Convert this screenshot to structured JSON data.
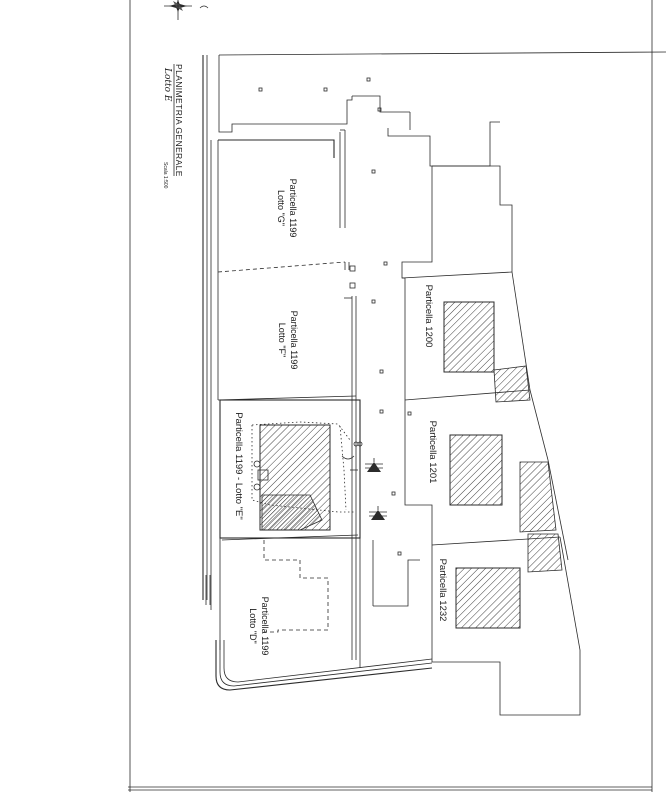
{
  "title": {
    "main": "PLANIMETRIA GENERALE",
    "sub": "Lotto E",
    "scale": "Scala 1:500"
  },
  "parcels": [
    {
      "key": "g",
      "name": "Particella 1199",
      "lot": "Lotto \"G\""
    },
    {
      "key": "f",
      "name": "Particella 1199",
      "lot": "Lotto \"F\""
    },
    {
      "key": "e",
      "label": "Particella 1199 - Lotto \"E\""
    },
    {
      "key": "d",
      "name": "Particella 1199",
      "lot": "Lotto \"D\""
    },
    {
      "key": "p1200",
      "label": "Particella 1200"
    },
    {
      "key": "p1201",
      "label": "Particella 1201"
    },
    {
      "key": "p1232",
      "label": "Particella 1232"
    }
  ],
  "colors": {
    "ink": "#2b2b2b",
    "paper": "#ffffff"
  }
}
